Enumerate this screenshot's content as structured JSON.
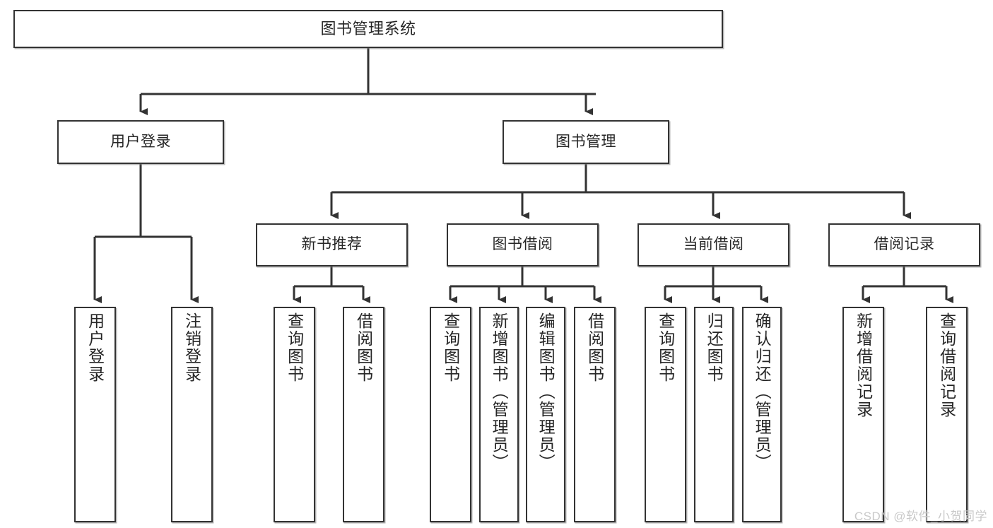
{
  "diagram": {
    "title": "图书管理系统",
    "type": "tree-hierarchy-chart",
    "colors": {
      "box_border": "#333333",
      "box_fill": "#ffffff",
      "edge": "#333333",
      "text": "#262626",
      "watermark": "#c9c9c9"
    },
    "root": {
      "label": "图书管理系统"
    },
    "level2": [
      {
        "label": "用户登录"
      },
      {
        "label": "图书管理"
      }
    ],
    "level3": [
      {
        "label": "新书推荐"
      },
      {
        "label": "图书借阅"
      },
      {
        "label": "当前借阅"
      },
      {
        "label": "借阅记录"
      }
    ],
    "leaves": {
      "user_login": [
        {
          "label": "用户登录"
        },
        {
          "label": "注销登录"
        }
      ],
      "new_book_recommend": [
        {
          "label": "查询图书"
        },
        {
          "label": "借阅图书"
        }
      ],
      "book_borrow": [
        {
          "label": "查询图书"
        },
        {
          "label": "新增图书（管理员）"
        },
        {
          "label": "编辑图书（管理员）"
        },
        {
          "label": "借阅图书"
        }
      ],
      "current_borrow": [
        {
          "label": "查询图书"
        },
        {
          "label": "归还图书"
        },
        {
          "label": "确认归还（管理员）"
        }
      ],
      "borrow_record": [
        {
          "label": "新增借阅记录"
        },
        {
          "label": "查询借阅记录"
        }
      ]
    }
  },
  "watermark": {
    "text": "CSDN @软件_小贺同学"
  }
}
